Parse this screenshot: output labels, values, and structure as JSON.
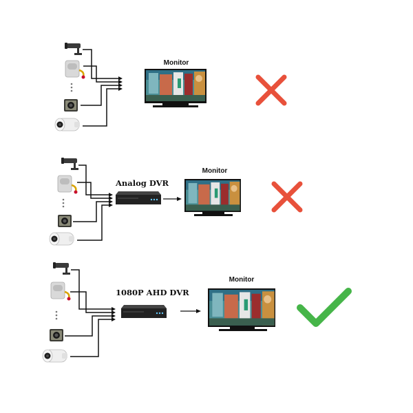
{
  "rows": [
    {
      "monitor_label": "Monitor",
      "dvr_label": "",
      "result": "incorrect",
      "result_icon": "cross-icon",
      "result_color": "#e8513b"
    },
    {
      "monitor_label": "Monitor",
      "dvr_label": "Analog DVR",
      "result": "incorrect",
      "result_icon": "cross-icon",
      "result_color": "#e8513b"
    },
    {
      "monitor_label": "Monitor",
      "dvr_label": "1080P AHD DVR",
      "result": "correct",
      "result_icon": "check-icon",
      "result_color": "#46b549"
    }
  ],
  "colors": {
    "wire": "#111111",
    "cross": "#e8513b",
    "check": "#46b549"
  }
}
